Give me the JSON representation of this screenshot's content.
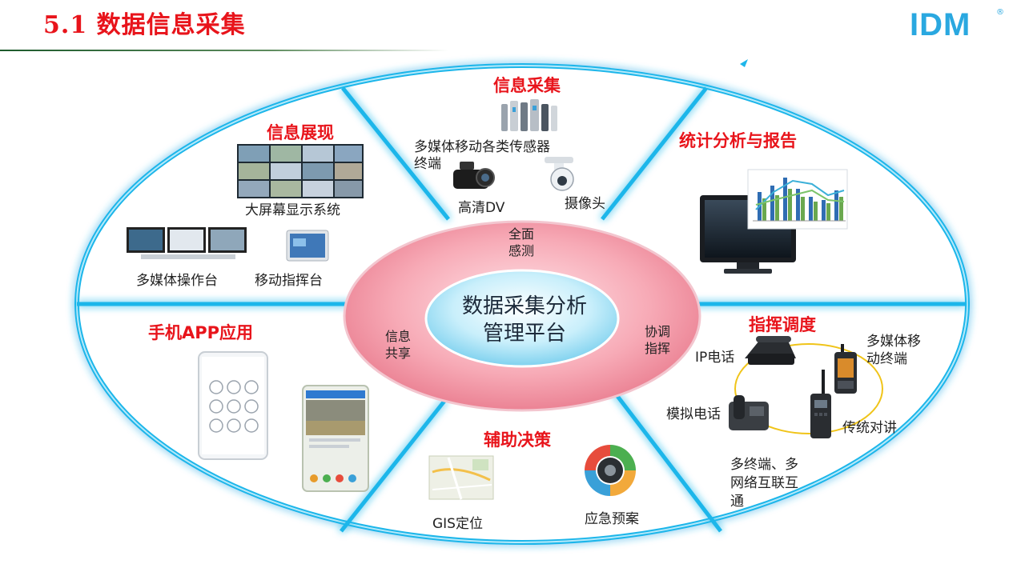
{
  "header": {
    "title": "5.1 数据信息采集",
    "logo_text": "IDM",
    "logo_mark": "®"
  },
  "center": {
    "line1": "数据采集分析",
    "line2": "管理平台"
  },
  "ring": {
    "top": [
      "全面",
      "感测"
    ],
    "left": [
      "信息",
      "共享"
    ],
    "right": [
      "协调",
      "指挥"
    ]
  },
  "sections": {
    "collect": {
      "title": "信息采集",
      "sensor_label_1": "多媒体移动各类传感器",
      "sensor_label_2": "终端",
      "dv_label": "高清DV",
      "camera_label": "摄像头"
    },
    "display": {
      "title": "信息展现",
      "wall_label": "大屏幕显示系统",
      "console_label": "多媒体操作台",
      "mobile_label": "移动指挥台"
    },
    "stats": {
      "title": "统计分析与报告"
    },
    "app": {
      "title": "手机APP应用"
    },
    "decision": {
      "title": "辅助决策",
      "gis_label": "GIS定位",
      "plan_label": "应急预案"
    },
    "dispatch": {
      "title": "指挥调度",
      "ip_label": "IP电话",
      "mobile_term_1": "多媒体移",
      "mobile_term_2": "动终端",
      "analog_label": "模拟电话",
      "radio_label": "传统对讲",
      "net_1": "多终端、多",
      "net_2": "网络互联互",
      "net_3": "通"
    }
  },
  "colors": {
    "title_red": "#e8141b",
    "ellipse_glow": "#1fb6ea",
    "core_pink": "#f28a9b",
    "core_blue": "#7fd3ef",
    "logo_blue": "#2aa8e0"
  }
}
